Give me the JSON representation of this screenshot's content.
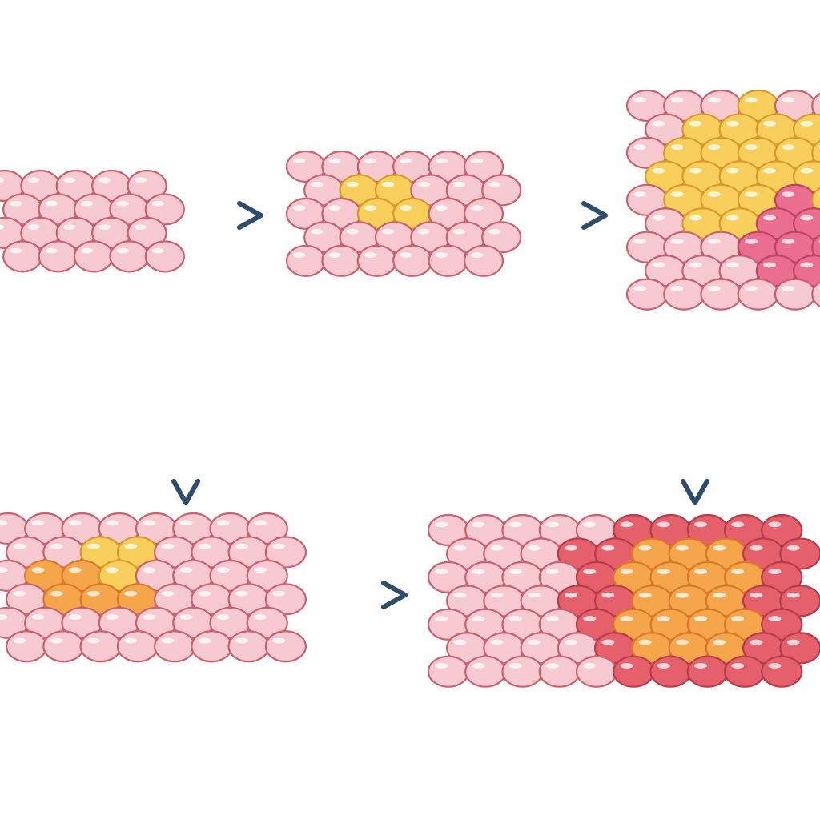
{
  "palette": {
    "normal": {
      "fill": "#f7c9d1",
      "stroke": "#c9616f"
    },
    "yellow": {
      "fill": "#f7cf5a",
      "stroke": "#d99a2b"
    },
    "orange": {
      "fill": "#f5a64a",
      "stroke": "#d9782b"
    },
    "red": {
      "fill": "#e6606c",
      "stroke": "#b83b4a"
    },
    "magenta": {
      "fill": "#eb6d8f",
      "stroke": "#c24368"
    },
    "arrow": "#2e4d6b"
  },
  "stages": [
    {
      "id": "normal-tissue",
      "cell_types": [
        "normal"
      ]
    },
    {
      "id": "small-yellow-cluster",
      "cell_types": [
        "normal",
        "yellow"
      ]
    },
    {
      "id": "large-yellow-cluster",
      "cell_types": [
        "normal",
        "yellow",
        "magenta"
      ]
    },
    {
      "id": "small-orange-cluster",
      "cell_types": [
        "normal",
        "yellow",
        "orange"
      ]
    },
    {
      "id": "invasive-red-cluster",
      "cell_types": [
        "normal",
        "orange",
        "red"
      ]
    }
  ],
  "icons": [
    "arrow-right-icon",
    "branch-arrow-icon"
  ]
}
